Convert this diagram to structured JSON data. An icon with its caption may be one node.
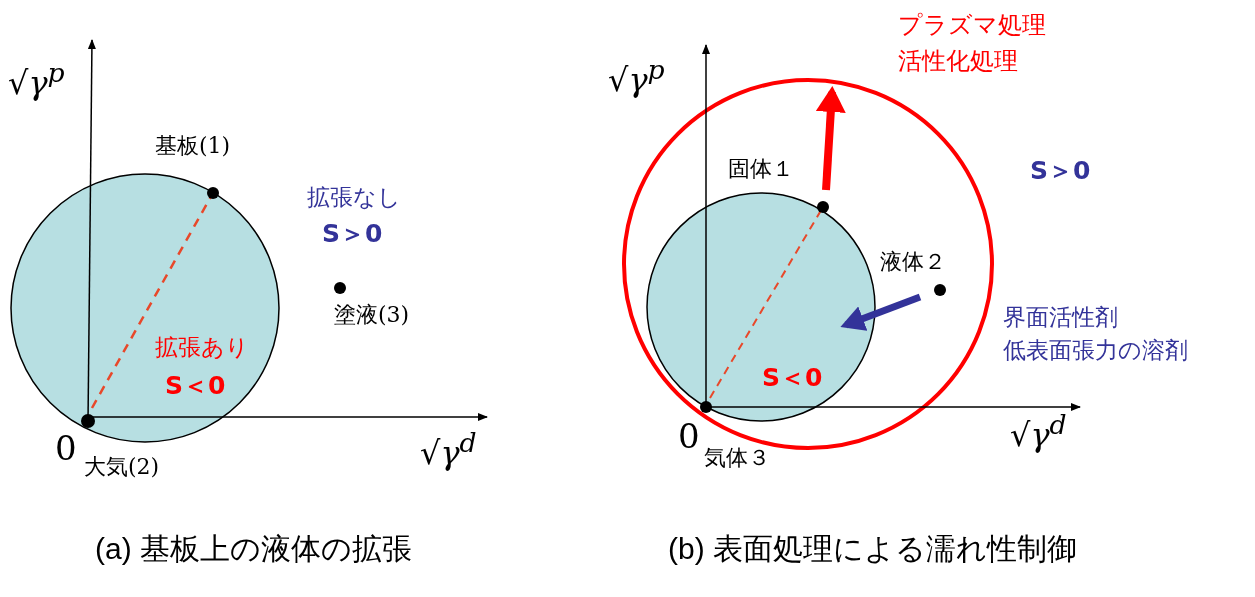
{
  "diagram": {
    "labels": [
      "√γ$^{p}$",
      "基板(1)",
      "拡張なし",
      "S＞0",
      "塗液(3)",
      "拡張あり",
      "S＜0",
      "0",
      "大気(2)",
      "√γ$^{d}$",
      "プラズマ処理",
      "活性化処理",
      "√γ$^{p}$",
      "固体１",
      "S＞0",
      "液体２",
      "界面活性剤",
      "低表面張力の溶剤",
      "S＜0",
      "0",
      "√γ$^{d}$",
      "気体３",
      "(a) 基板上の液体の拡張",
      "(b) 表面処理による濡れ性制御"
    ]
  }
}
